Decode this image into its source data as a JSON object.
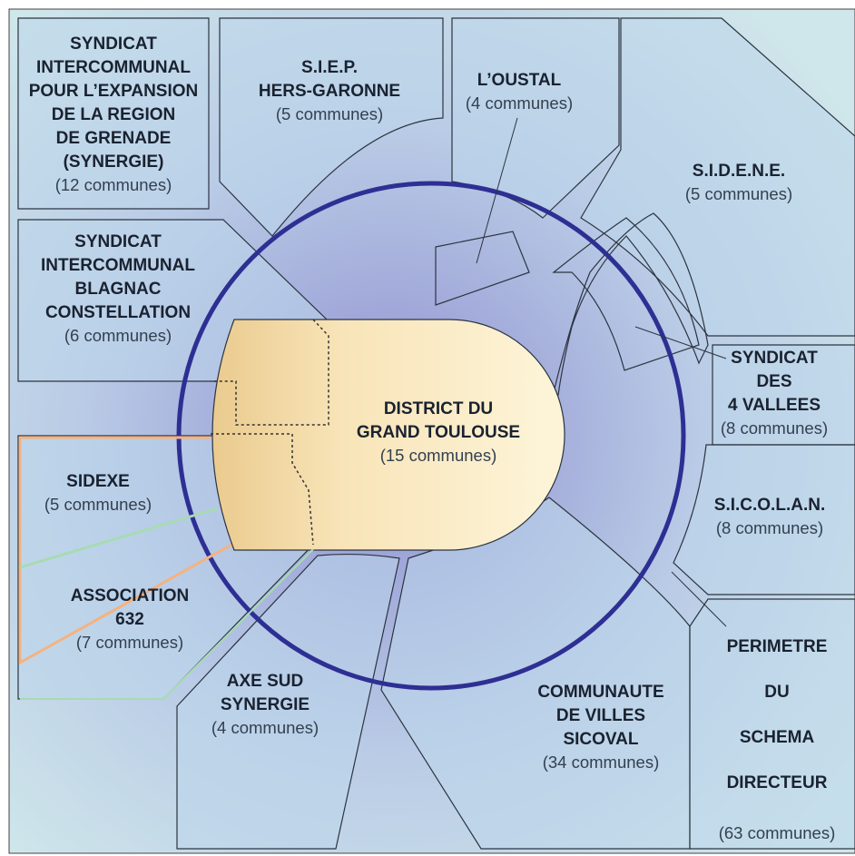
{
  "colors": {
    "outer_ring": "#2e2f93",
    "district_fill": "#fdf4d8",
    "district_edge": "#e9c88a",
    "background_edge": "#cfe6ea",
    "background_center": "#8f8fd0",
    "sidexe_line": "#a7dbb2",
    "association_line": "#f5b27f"
  },
  "regions": {
    "synergie": {
      "lines": [
        "SYNDICAT",
        "INTERCOMMUNAL",
        "POUR L’EXPANSION",
        "DE LA REGION",
        "DE GRENADE",
        "(SYNERGIE)"
      ],
      "count": "(12 communes)"
    },
    "siep": {
      "lines": [
        "S.I.E.P.",
        "HERS-GARONNE"
      ],
      "count": "(5 communes)"
    },
    "oustal": {
      "lines": [
        "L’OUSTAL"
      ],
      "count": "(4 communes)"
    },
    "sidene": {
      "lines": [
        "S.I.D.E.N.E."
      ],
      "count": "(5 communes)"
    },
    "blagnac": {
      "lines": [
        "SYNDICAT",
        "INTERCOMMUNAL",
        "BLAGNAC",
        "CONSTELLATION"
      ],
      "count": "(6 communes)"
    },
    "district": {
      "lines": [
        "DISTRICT DU",
        "GRAND TOULOUSE"
      ],
      "count": "(15 communes)"
    },
    "vallees": {
      "lines": [
        "SYNDICAT",
        "DES",
        "4 VALLEES"
      ],
      "count": "(8 communes)"
    },
    "sidexe": {
      "lines": [
        "SIDEXE"
      ],
      "count": "(5 communes)"
    },
    "sicolan": {
      "lines": [
        "S.I.C.O.L.A.N."
      ],
      "count": "(8 communes)"
    },
    "association": {
      "lines": [
        "ASSOCIATION",
        "632"
      ],
      "count": "(7 communes)"
    },
    "axe_sud": {
      "lines": [
        "AXE SUD",
        "SYNERGIE"
      ],
      "count": "(4 communes)"
    },
    "sicoval": {
      "lines": [
        "COMMUNAUTE",
        "DE VILLES",
        "SICOVAL"
      ],
      "count": "(34 communes)"
    },
    "perimetre": {
      "lines": [
        "PERIMETRE",
        "DU",
        "SCHEMA",
        "DIRECTEUR"
      ],
      "count": "(63 communes)"
    }
  }
}
